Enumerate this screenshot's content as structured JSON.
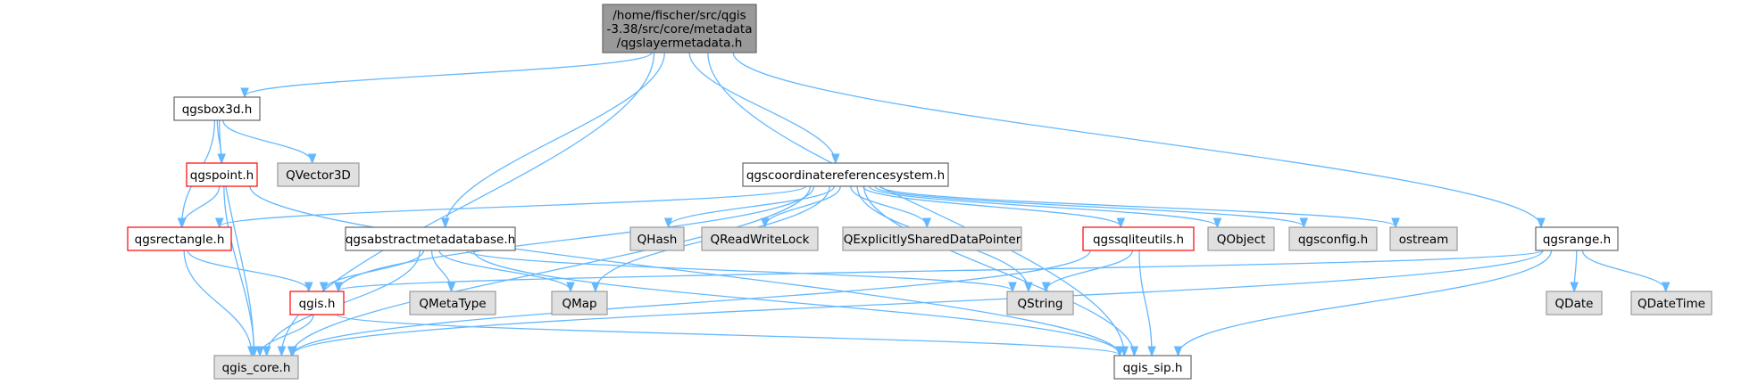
{
  "colors": {
    "edge": "#63b8ff",
    "root_fill": "#999999",
    "root_border": "#666666",
    "normal_fill": "#ffffff",
    "normal_border": "#666666",
    "external_fill": "#e0e0e0",
    "external_border": "#999999",
    "truncated_border": "#ff0000"
  },
  "nodes": [
    {
      "id": "root",
      "kind": "root",
      "lines": [
        "/home/fischer/src/qgis",
        "-3.38/src/core/metadata",
        "/qgslayermetadata.h"
      ]
    },
    {
      "id": "qgsbox3d",
      "kind": "normal",
      "lines": [
        "qgsbox3d.h"
      ]
    },
    {
      "id": "qgspoint",
      "kind": "truncated",
      "lines": [
        "qgspoint.h"
      ]
    },
    {
      "id": "qvector3d",
      "kind": "external",
      "lines": [
        "QVector3D"
      ]
    },
    {
      "id": "qgsrectangle",
      "kind": "truncated",
      "lines": [
        "qgsrectangle.h"
      ]
    },
    {
      "id": "qgscrs",
      "kind": "normal",
      "lines": [
        "qgscoordinatereferencesystem.h"
      ]
    },
    {
      "id": "qgsabstractmetadatabase",
      "kind": "normal",
      "lines": [
        "qgsabstractmetadatabase.h"
      ]
    },
    {
      "id": "qhash",
      "kind": "external",
      "lines": [
        "QHash"
      ]
    },
    {
      "id": "qreadwritelock",
      "kind": "external",
      "lines": [
        "QReadWriteLock"
      ]
    },
    {
      "id": "qexplicitly",
      "kind": "external",
      "lines": [
        "QExplicitlySharedDataPointer"
      ]
    },
    {
      "id": "qgssqliteutils",
      "kind": "truncated",
      "lines": [
        "qgssqliteutils.h"
      ]
    },
    {
      "id": "qobject",
      "kind": "external",
      "lines": [
        "QObject"
      ]
    },
    {
      "id": "qgsconfig",
      "kind": "external",
      "lines": [
        "qgsconfig.h"
      ]
    },
    {
      "id": "ostream",
      "kind": "external",
      "lines": [
        "ostream"
      ]
    },
    {
      "id": "qgsrange",
      "kind": "normal",
      "lines": [
        "qgsrange.h"
      ]
    },
    {
      "id": "qgis",
      "kind": "truncated",
      "lines": [
        "qgis.h"
      ]
    },
    {
      "id": "qmetatype",
      "kind": "external",
      "lines": [
        "QMetaType"
      ]
    },
    {
      "id": "qmap",
      "kind": "external",
      "lines": [
        "QMap"
      ]
    },
    {
      "id": "qstring",
      "kind": "external",
      "lines": [
        "QString"
      ]
    },
    {
      "id": "qdate",
      "kind": "external",
      "lines": [
        "QDate"
      ]
    },
    {
      "id": "qdatetime",
      "kind": "external",
      "lines": [
        "QDateTime"
      ]
    },
    {
      "id": "qgis_core",
      "kind": "external",
      "lines": [
        "qgis_core.h"
      ]
    },
    {
      "id": "qgis_sip",
      "kind": "normal",
      "lines": [
        "qgis_sip.h"
      ]
    }
  ],
  "edges": [
    [
      "root",
      "qgsbox3d"
    ],
    [
      "root",
      "qgsabstractmetadatabase"
    ],
    [
      "root",
      "qgscrs"
    ],
    [
      "root",
      "qgsrange"
    ],
    [
      "root",
      "qgis_core"
    ],
    [
      "root",
      "qgis_sip"
    ],
    [
      "qgsbox3d",
      "qgspoint"
    ],
    [
      "qgsbox3d",
      "qvector3d"
    ],
    [
      "qgsbox3d",
      "qgsrectangle"
    ],
    [
      "qgsbox3d",
      "qgis_core"
    ],
    [
      "qgspoint",
      "qgsrectangle"
    ],
    [
      "qgspoint",
      "qgis_core"
    ],
    [
      "qgspoint",
      "qgis_sip"
    ],
    [
      "qgsrectangle",
      "qgis"
    ],
    [
      "qgsrectangle",
      "qgis_core"
    ],
    [
      "qgscrs",
      "qgsrectangle"
    ],
    [
      "qgscrs",
      "qgis"
    ],
    [
      "qgscrs",
      "qgis_core"
    ],
    [
      "qgscrs",
      "qmap"
    ],
    [
      "qgscrs",
      "qhash"
    ],
    [
      "qgscrs",
      "qreadwritelock"
    ],
    [
      "qgscrs",
      "qexplicitly"
    ],
    [
      "qgscrs",
      "qgssqliteutils"
    ],
    [
      "qgscrs",
      "qobject"
    ],
    [
      "qgscrs",
      "qgsconfig"
    ],
    [
      "qgscrs",
      "ostream"
    ],
    [
      "qgscrs",
      "qstring"
    ],
    [
      "qgscrs",
      "qgis_sip"
    ],
    [
      "qgsabstractmetadatabase",
      "qgis"
    ],
    [
      "qgsabstractmetadatabase",
      "qmetatype"
    ],
    [
      "qgsabstractmetadatabase",
      "qmap"
    ],
    [
      "qgsabstractmetadatabase",
      "qstring"
    ],
    [
      "qgsabstractmetadatabase",
      "qgis_core"
    ],
    [
      "qgsabstractmetadatabase",
      "qgis_sip"
    ],
    [
      "qgssqliteutils",
      "qstring"
    ],
    [
      "qgssqliteutils",
      "qgis_core"
    ],
    [
      "qgssqliteutils",
      "qgis_sip"
    ],
    [
      "qgsrange",
      "qgis"
    ],
    [
      "qgsrange",
      "qdate"
    ],
    [
      "qgsrange",
      "qdatetime"
    ],
    [
      "qgsrange",
      "qgis_core"
    ],
    [
      "qgsrange",
      "qgis_sip"
    ],
    [
      "qgis",
      "qgis_core"
    ],
    [
      "qgis",
      "qgis_sip"
    ]
  ]
}
